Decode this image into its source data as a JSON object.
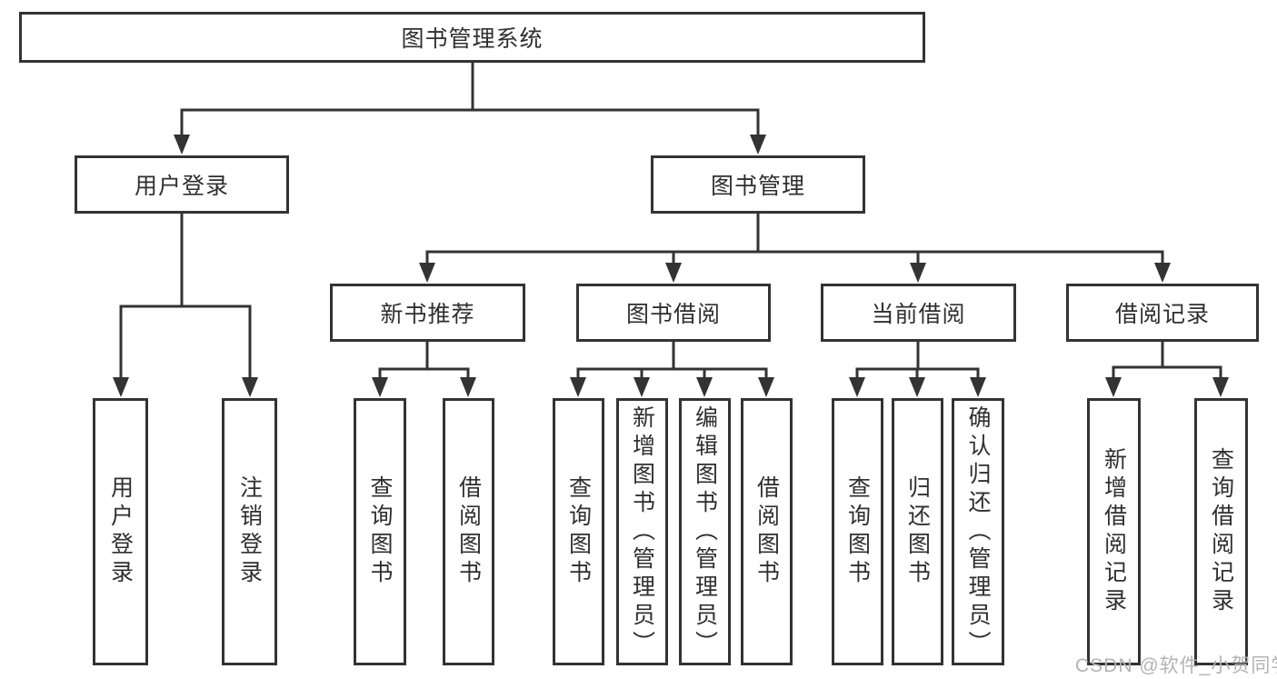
{
  "tree": {
    "root": {
      "label": "图书管理系统"
    },
    "branches": [
      {
        "label": "用户登录",
        "leaves": [
          {
            "label": "用户登录"
          },
          {
            "label": "注销登录"
          }
        ]
      },
      {
        "label": "图书管理",
        "groups": [
          {
            "label": "新书推荐",
            "leaves": [
              {
                "label": "查询图书"
              },
              {
                "label": "借阅图书"
              }
            ]
          },
          {
            "label": "图书借阅",
            "leaves": [
              {
                "label": "查询图书"
              },
              {
                "label": "新增图书（管理员）"
              },
              {
                "label": "编辑图书（管理员）"
              },
              {
                "label": "借阅图书"
              }
            ]
          },
          {
            "label": "当前借阅",
            "leaves": [
              {
                "label": "查询图书"
              },
              {
                "label": "归还图书"
              },
              {
                "label": "确认归还（管理员）"
              }
            ]
          },
          {
            "label": "借阅记录",
            "leaves": [
              {
                "label": "新增借阅记录"
              },
              {
                "label": "查询借阅记录"
              }
            ]
          }
        ]
      }
    ]
  },
  "watermark": {
    "text": "CSDN @软件_小贺同学"
  },
  "colors": {
    "line": "#333333",
    "text": "#2f2f2f",
    "box_background": "#ffffff",
    "watermark": "#b3b3b3",
    "background": "#ffffff"
  }
}
